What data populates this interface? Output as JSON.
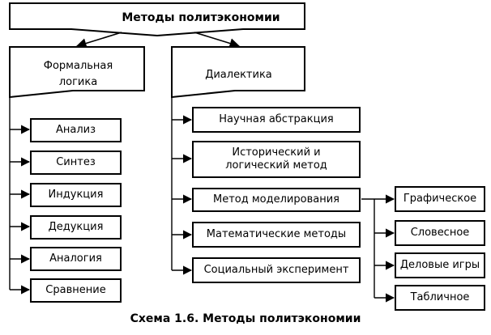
{
  "diagram": {
    "title": "Методы политэкономии",
    "formal_logic": {
      "title": "Формальная\nлогика",
      "items": [
        "Анализ",
        "Синтез",
        "Индукция",
        "Дедукция",
        "Аналогия",
        "Сравнение"
      ]
    },
    "dialectics": {
      "title": "Диалектика",
      "items": [
        "Научная абстракция",
        "Исторический и логический метод",
        "Метод моделирования",
        "Математические методы",
        "Социальный эксперимент"
      ]
    },
    "modeling_types": [
      "Графическое",
      "Словесное",
      "Деловые игры",
      "Табличное"
    ],
    "caption": "Схема 1.6. Методы политэкономии"
  }
}
